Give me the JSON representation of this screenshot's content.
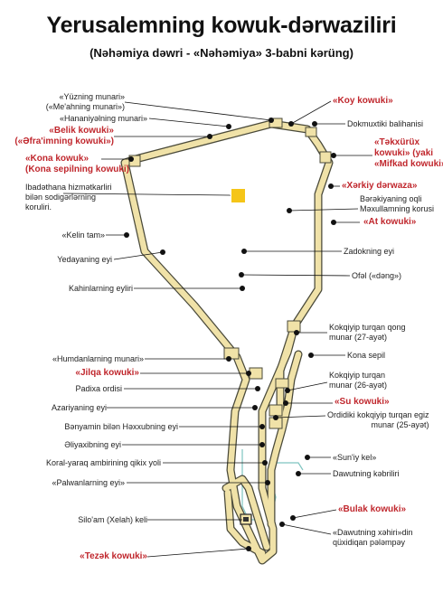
{
  "title": "Yerusalemning kowuk-dərwaziliri",
  "subtitle": "(Nəhəmiya dəwri - «Nəhəmiya» 3-babni kərüng)",
  "colors": {
    "wall": "#f0e2a8",
    "wall_stroke": "#4a4a3a",
    "pool": "#f5c518",
    "line": "#111111",
    "gate": "#c0272d",
    "water": "#7fc4c0"
  },
  "labels": {
    "yuzning": "«Yüzning munari»",
    "meahning": "(«Me'ahning munari»)",
    "hananiyel": "«Hananiyəlning munari»",
    "belik": "«Belik kowuki»",
    "efra": "(«Əfra'imning kowuki»)",
    "kona": "«Kona kowuk»",
    "kona_sub": "(Kona sepilning kowuki)",
    "ibadet1": "Ibadəthana hizmətkarliri",
    "ibadet2": "bilən sodigərlərning",
    "ibadet3": "koruliri.",
    "kelin": "«Kelin tam»",
    "yeda": "Yedayaning eyi",
    "kah": "Kahinlarning eyliri",
    "humdan": "«Humdanlarning munari»",
    "jilqa": "«Jilqa kowuki»",
    "padixa": "Padixa ordisi",
    "azar": "Azariyaning eyi",
    "benya": "Bənyamin bilən Həxxubning eyi",
    "eliya": "Əliyaxibning eyi",
    "koral": "Koral-yaraq ambirining qikix yoli",
    "palwan": "«Palwanlarning eyi»",
    "siloam": "Silo'am (Xelah) keli",
    "tezek": "«Tezək kowuki»",
    "koy": "«Koy kowuki»",
    "dokmux": "Dokmuxtiki balihanisi",
    "tekx1": "«Təkxürüx",
    "tekx2": "kowuki» (yaki",
    "tekx3": "«Mifkad kowuki»)",
    "xerk": "«Xərkiy dərwaza»",
    "bera1": "Bərəkiyaning oqli",
    "bera2": "Məxullamning korusi",
    "at": "«At kowuki»",
    "zadok": "Zadokning eyi",
    "ofel": "Ofəl («dəng»)",
    "qong1": "Kokqiyip turqan qong",
    "qong2": "munar (27-ayət)",
    "konasepil": "Kona sepil",
    "kqt1": "Kokqiyip turqan",
    "kqt2": "munar (26-ayət)",
    "su": "«Su kowuki»",
    "egiz1": "Ordidiki kokqiyip turqan egiz",
    "egiz2": "munar (25-ayət)",
    "sun": "«Sun'iy kel»",
    "dawut": "Dawutning kəbriliri",
    "bulak": "«Bulak kowuki»",
    "pelem1": "«Dawutning xəhiri»din",
    "pelem2": "qüxidiqan pələmpəy"
  }
}
